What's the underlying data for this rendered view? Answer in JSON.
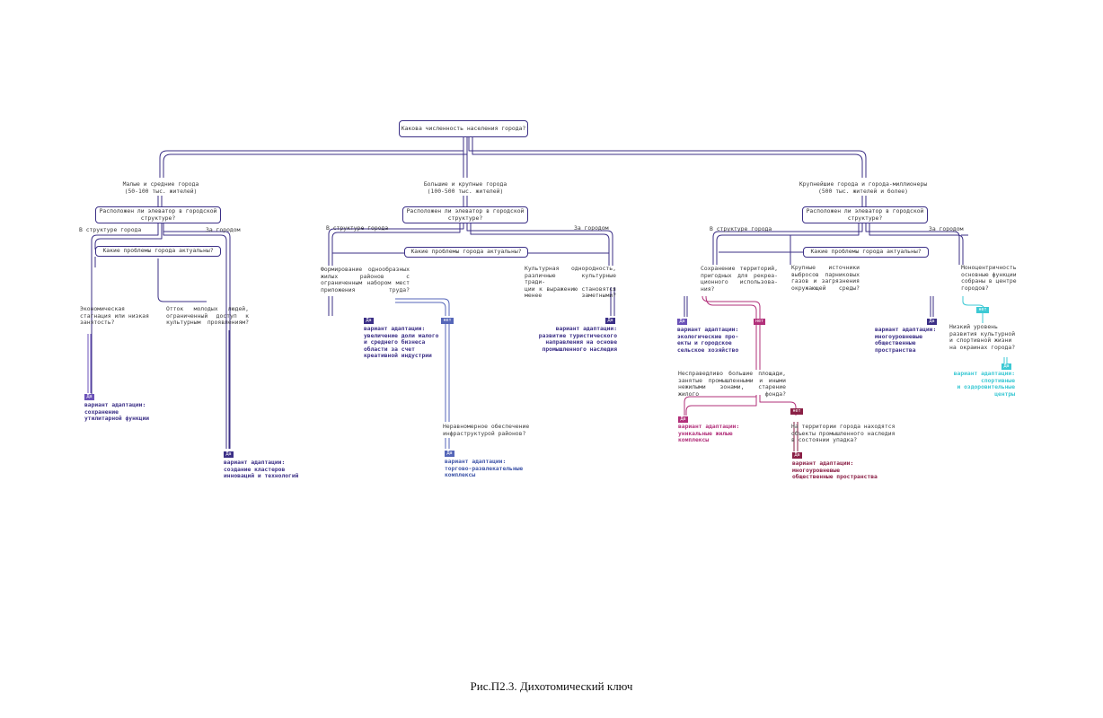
{
  "colors": {
    "navy": "#3b2f86",
    "violet": "#6b52b8",
    "blue": "#5566b8",
    "magenta": "#b2307a",
    "cyan": "#3cc9d4",
    "crimson": "#8a1f45"
  },
  "root": {
    "question": "Какова численность населения города?"
  },
  "left": {
    "group": "Малые и средние города\n(50-100 тыс. жителей)",
    "q_elevator": "Расположен ли элеватор в городской\nструктуре?",
    "in_city": "В структуре города",
    "out_city": "За городом",
    "q_problems": "Какие проблемы города актуальны?",
    "p1": "Экономическая\nстагнация или низкая\nзанятость?",
    "p2": "Отток   молодых   людей,\nограниченный   доступ   к\nкультурным проявлениям?",
    "yes1": "Да",
    "res1_title": "вариант адаптации:",
    "res1_text": "сохранение\nутилитарной функции",
    "yes2": "Да",
    "res2_title": "вариант адаптации:",
    "res2_text": "создание кластеров\nинноваций и технологий"
  },
  "middle": {
    "group": "Большие и крупные города\n(100-500 тыс. жителей)",
    "q_elevator": "Расположен ли элеватор в городской\nструктуре?",
    "in_city": "В структуре города",
    "out_city": "За городом",
    "q_problems": "Какие проблемы города актуальны?",
    "p1": "Формирование однообразных\nжилых     районов     с\nограниченным набором мест\nприложения труда?",
    "p2": "Культурная    однородность,\nразличные культурные тради-\nции к выражению становятся\nменее заметными?",
    "yes1": "Да",
    "no1": "нет",
    "res1_title": "вариант адаптации:",
    "res1_text": "увеличение доли малого\nи    среднего    бизнеса\nобласти    за    счет\nкреативной индустрии",
    "q_infra": "Неравномерное обеспечение\nинфраструктурой районов?",
    "yes3": "Да",
    "res3_title": "вариант адаптации:",
    "res3_text": "торгово-развлекательные\nкомплексы",
    "yes2": "Да",
    "res2_title": "вариант адаптации:",
    "res2_text": "развитие туристического\nнаправления на основе\nпромышленного наследия"
  },
  "right": {
    "group": "Крупнейшие города и города-миллионеры\n(500 тыс. жителей и более)",
    "q_elevator": "Расположен ли элеватор в городской\nструктуре?",
    "in_city": "В структуре города",
    "out_city": "За городом",
    "q_problems": "Какие проблемы города актуальны?",
    "p1": "Сохранение   территорий,\nпригодных  для  рекреа-\nционного   использова-\nния?",
    "p2": "Крупные    источники\nвыбросов   парниковых\nгазов и загрязнения\nокружающей среды?",
    "p3": "Моноцентричность\nосновные функции\nсобраны в центре\nгородов?",
    "yes1": "Да",
    "no1": "нет",
    "res1_title": "вариант адаптации:",
    "res1_text": "экологические про-\nекты  и  городское\nсельское хозяйство",
    "q_area": "Несправедливо большие площади,\nзанятые  промышленными  и  иными\nнежилыми     зонами,     старение\nжилого фонда?",
    "yes4": "Да",
    "no4": "нет",
    "res4_title": "вариант адаптации:",
    "res4_text": "уникальные    жилые\nкомплексы",
    "q_heritage": "На территории города находятся\nобъекты промышленного наследия\nв состоянии упадка?",
    "yes5": "Да",
    "res5_title": "вариант адаптации:",
    "res5_text": "многоуровневые\nобщественные пространства",
    "yes3": "Да",
    "res3_title": "вариант адаптации:",
    "res3_text": "многоуровневые\nобщественные\nпространства",
    "no3": "нет",
    "q_culture": "Низкий   уровень\nразвития культурной\nи  спортивной жизни\nна окраинах города?",
    "yes6": "Да",
    "res6_title": "вариант адаптации:",
    "res6_text": "спортивные\nи оздоровительные\nцентры"
  },
  "caption": "Рис.П2.3.  Дихотомический ключ"
}
